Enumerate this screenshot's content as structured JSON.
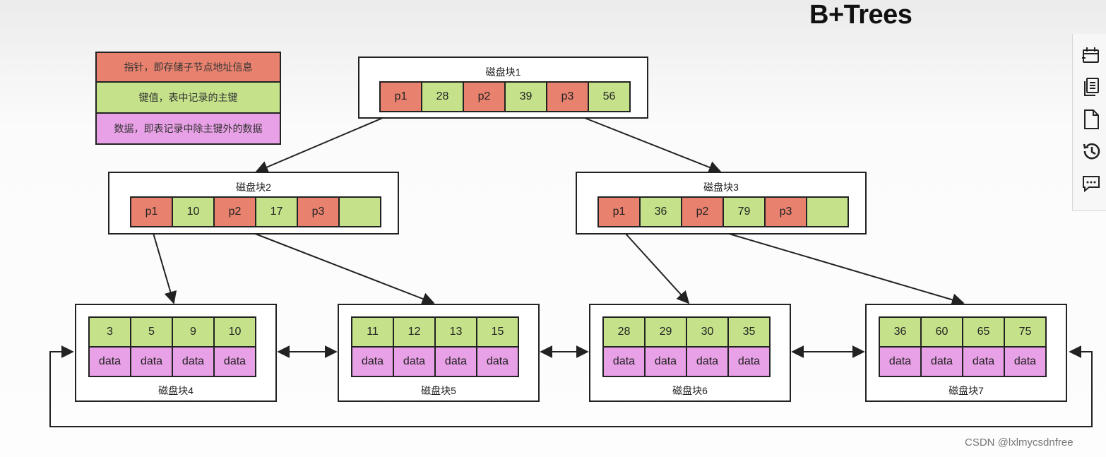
{
  "title": "B+Trees",
  "legend": [
    {
      "text": "指针，即存储子节点地址信息",
      "kind": "ptr"
    },
    {
      "text": "键值，表中记录的主键",
      "kind": "key"
    },
    {
      "text": "数据，即表记录中除主键外的数据",
      "kind": "dat"
    }
  ],
  "colors": {
    "pointer": "#e8826f",
    "key": "#c5e28a",
    "data": "#e8a0e6"
  },
  "root": {
    "label": "磁盘块1",
    "cells": [
      "p1",
      "28",
      "p2",
      "39",
      "p3",
      "56"
    ]
  },
  "internal": [
    {
      "label": "磁盘块2",
      "cells": [
        "p1",
        "10",
        "p2",
        "17",
        "p3",
        ""
      ]
    },
    {
      "label": "磁盘块3",
      "cells": [
        "p1",
        "36",
        "p2",
        "79",
        "p3",
        ""
      ]
    }
  ],
  "leaves": [
    {
      "label": "磁盘块4",
      "keys": [
        "3",
        "5",
        "9",
        "10"
      ],
      "data": [
        "data",
        "data",
        "data",
        "data"
      ]
    },
    {
      "label": "磁盘块5",
      "keys": [
        "11",
        "12",
        "13",
        "15"
      ],
      "data": [
        "data",
        "data",
        "data",
        "data"
      ]
    },
    {
      "label": "磁盘块6",
      "keys": [
        "28",
        "29",
        "30",
        "35"
      ],
      "data": [
        "data",
        "data",
        "data",
        "data"
      ]
    },
    {
      "label": "磁盘块7",
      "keys": [
        "36",
        "60",
        "65",
        "75"
      ],
      "data": [
        "data",
        "data",
        "data",
        "data"
      ]
    }
  ],
  "toolbar": [
    "calendar-icon",
    "copy-icon",
    "document-icon",
    "history-icon",
    "comment-icon"
  ],
  "watermark": "CSDN @lxlmycsdnfree"
}
